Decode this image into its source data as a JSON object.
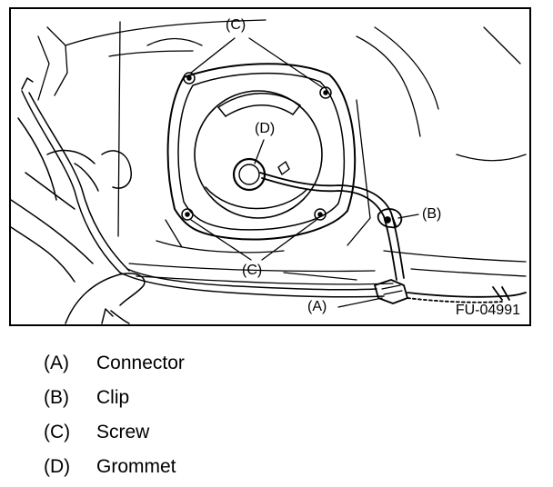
{
  "figure": {
    "id": "FU-04991",
    "callouts": {
      "c_top": "(C)",
      "c_bottom": "(C)",
      "d": "(D)",
      "b": "(B)",
      "a": "(A)"
    }
  },
  "legend": [
    {
      "key": "(A)",
      "label": "Connector"
    },
    {
      "key": "(B)",
      "label": "Clip"
    },
    {
      "key": "(C)",
      "label": "Screw"
    },
    {
      "key": "(D)",
      "label": "Grommet"
    }
  ]
}
